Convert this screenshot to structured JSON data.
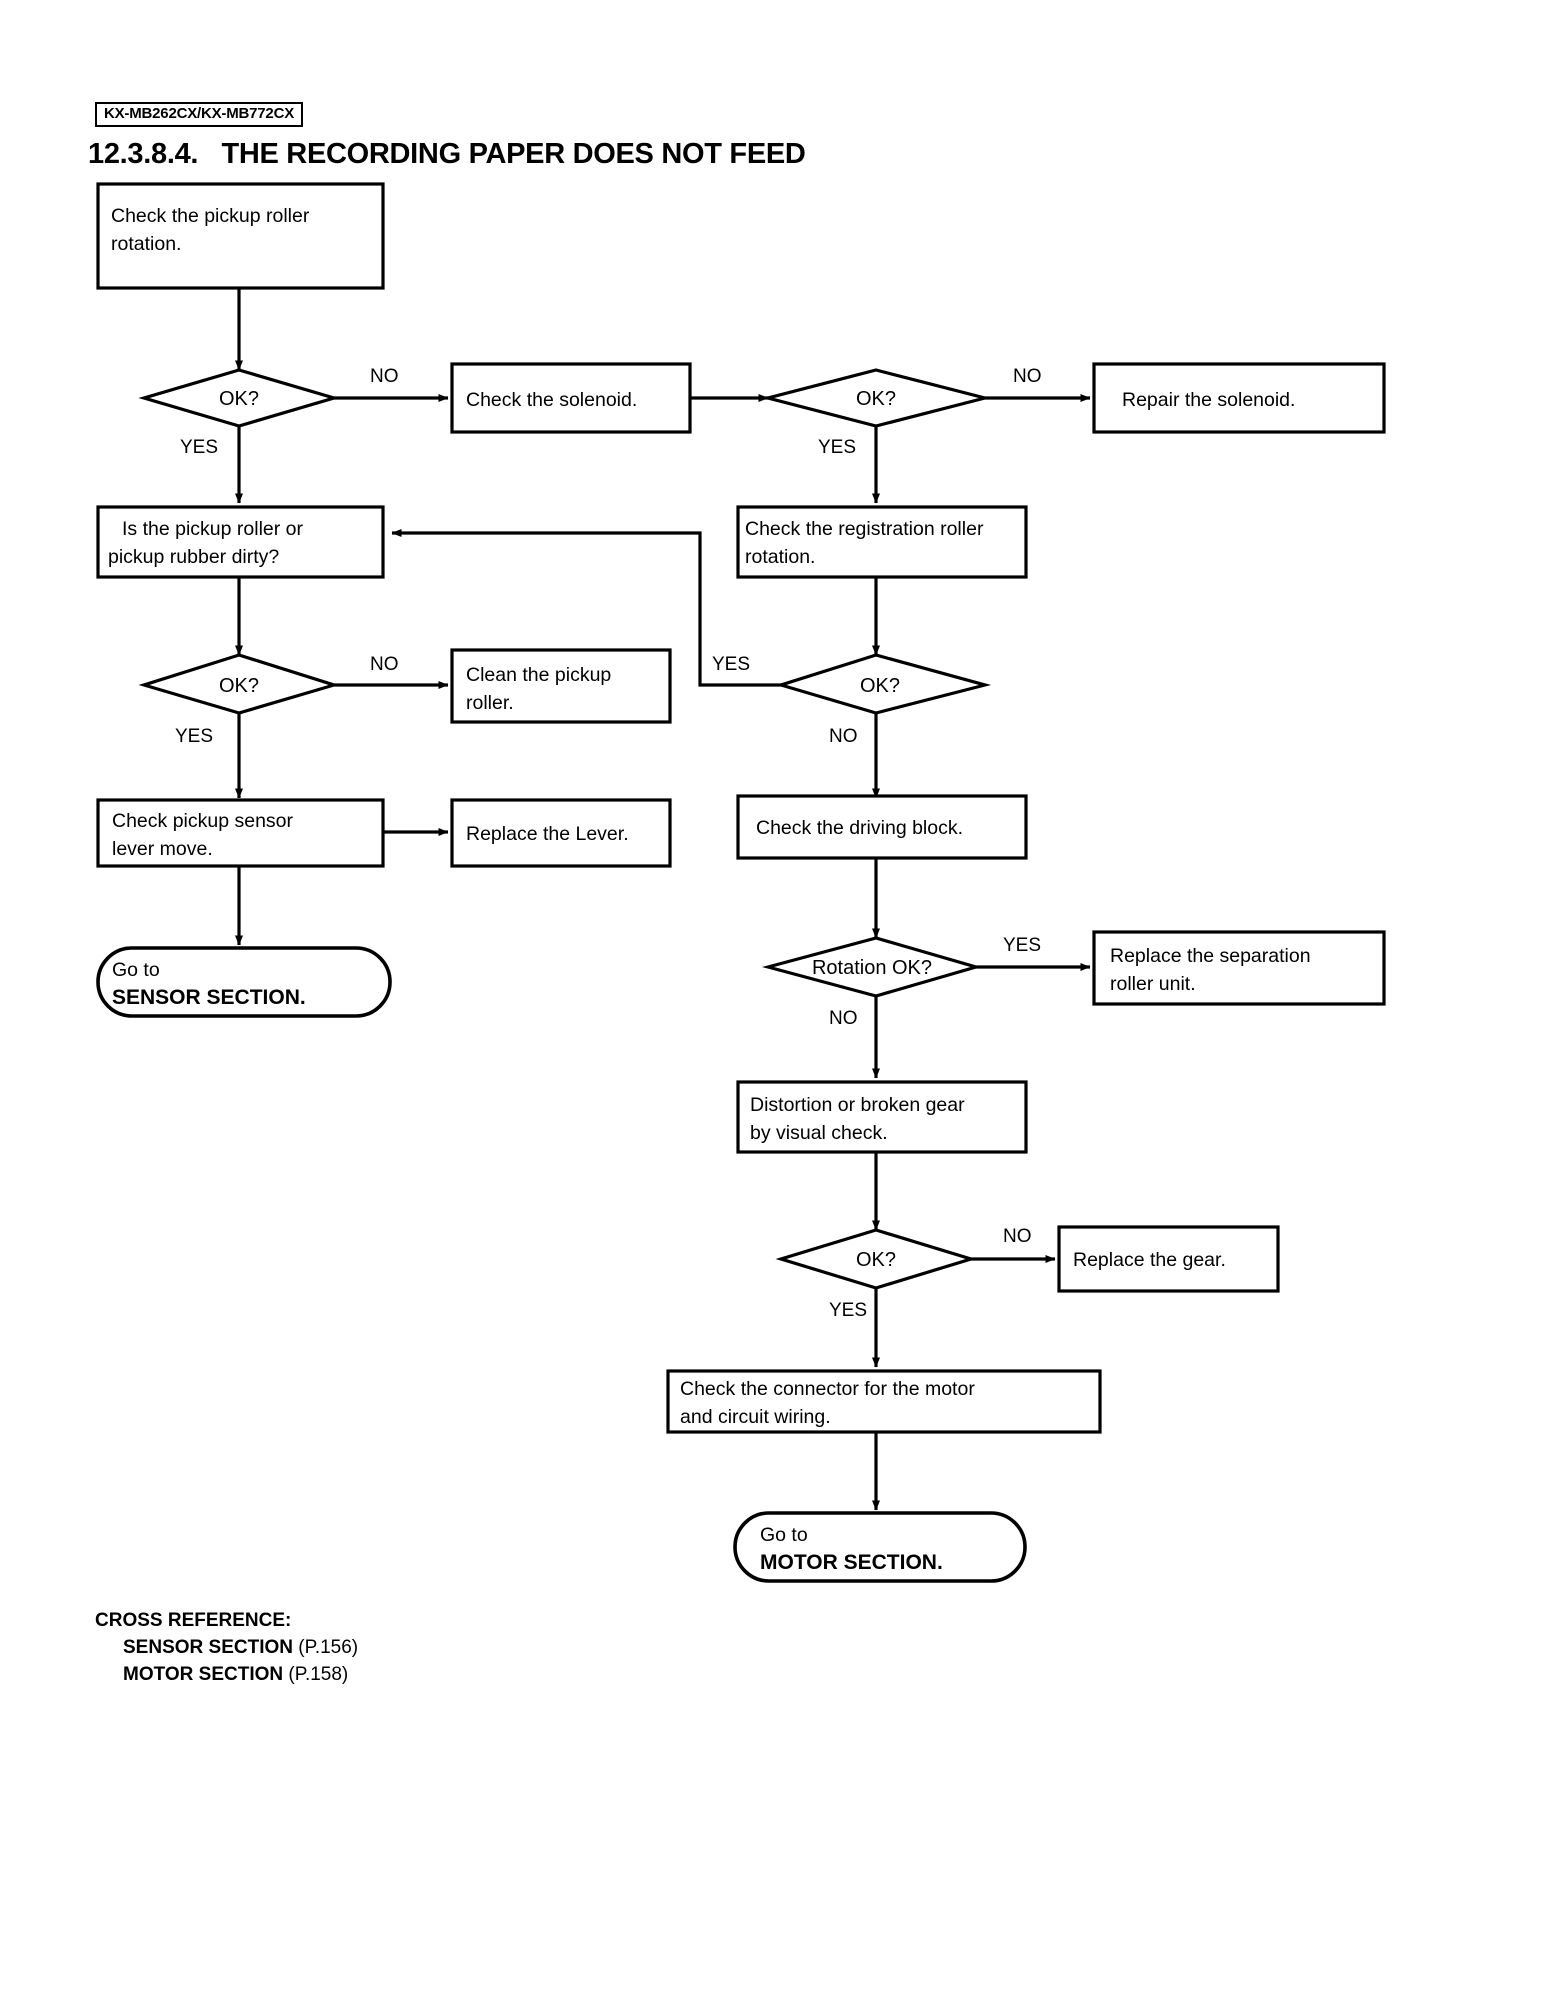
{
  "document": {
    "model_tag": "KX-MB262CX/KX-MB772CX",
    "section_number": "12.3.8.4.",
    "section_title": "THE RECORDING PAPER DOES NOT FEED",
    "title_full": "12.3.8.4.   THE RECORDING PAPER DOES NOT FEED"
  },
  "flowchart": {
    "type": "troubleshooting-flowchart",
    "nodes": {
      "n1": {
        "shape": "process",
        "line1": "Check the pickup roller",
        "line2": "rotation."
      },
      "d1": {
        "shape": "decision",
        "text": "OK?"
      },
      "n2": {
        "shape": "process",
        "line1": "Check the solenoid.",
        "line2": ""
      },
      "d2": {
        "shape": "decision",
        "text": "OK?"
      },
      "n3": {
        "shape": "process",
        "line1": "Repair the solenoid.",
        "line2": ""
      },
      "n4": {
        "shape": "process",
        "line1": "Is the pickup roller or",
        "line2": "pickup rubber dirty?"
      },
      "n5": {
        "shape": "process",
        "line1": "Check the registration roller",
        "line2": "rotation."
      },
      "d3": {
        "shape": "decision",
        "text": "OK?"
      },
      "n6": {
        "shape": "process",
        "line1": "Clean the pickup",
        "line2": "roller."
      },
      "d4": {
        "shape": "decision",
        "text": "OK?"
      },
      "n7": {
        "shape": "process",
        "line1": "Check pickup sensor",
        "line2": "lever move."
      },
      "n8": {
        "shape": "process",
        "line1": "Replace the Lever.",
        "line2": ""
      },
      "n9": {
        "shape": "process",
        "line1": "Check the driving block.",
        "line2": ""
      },
      "t1": {
        "shape": "terminator",
        "line1": "Go to",
        "line2": "SENSOR SECTION."
      },
      "d5": {
        "shape": "decision",
        "text": "Rotation OK?"
      },
      "n10": {
        "shape": "process",
        "line1": "Replace the separation",
        "line2": "roller unit."
      },
      "n11": {
        "shape": "process",
        "line1": "Distortion or broken gear",
        "line2": "by visual check."
      },
      "d6": {
        "shape": "decision",
        "text": "OK?"
      },
      "n12": {
        "shape": "process",
        "line1": "Replace the gear.",
        "line2": ""
      },
      "n13": {
        "shape": "process",
        "line1": "Check the connector for the motor",
        "line2": "and circuit wiring."
      },
      "t2": {
        "shape": "terminator",
        "line1": "Go to",
        "line2": "MOTOR SECTION."
      }
    },
    "branch_labels": {
      "b1_no": "NO",
      "b1_yes": "YES",
      "b2_no": "NO",
      "b2_yes": "YES",
      "b3_no": "NO",
      "b3_yes": "YES",
      "b4_yes": "YES",
      "b4_no": "NO",
      "b5_yes": "YES",
      "b5_no": "NO",
      "b6_no": "NO",
      "b6_yes": "YES"
    }
  },
  "cross_reference": {
    "heading": "CROSS REFERENCE:",
    "entries": [
      {
        "name": "SENSOR SECTION",
        "page": "(P.156)"
      },
      {
        "name": "MOTOR SECTION",
        "page": "(P.158)"
      }
    ]
  }
}
